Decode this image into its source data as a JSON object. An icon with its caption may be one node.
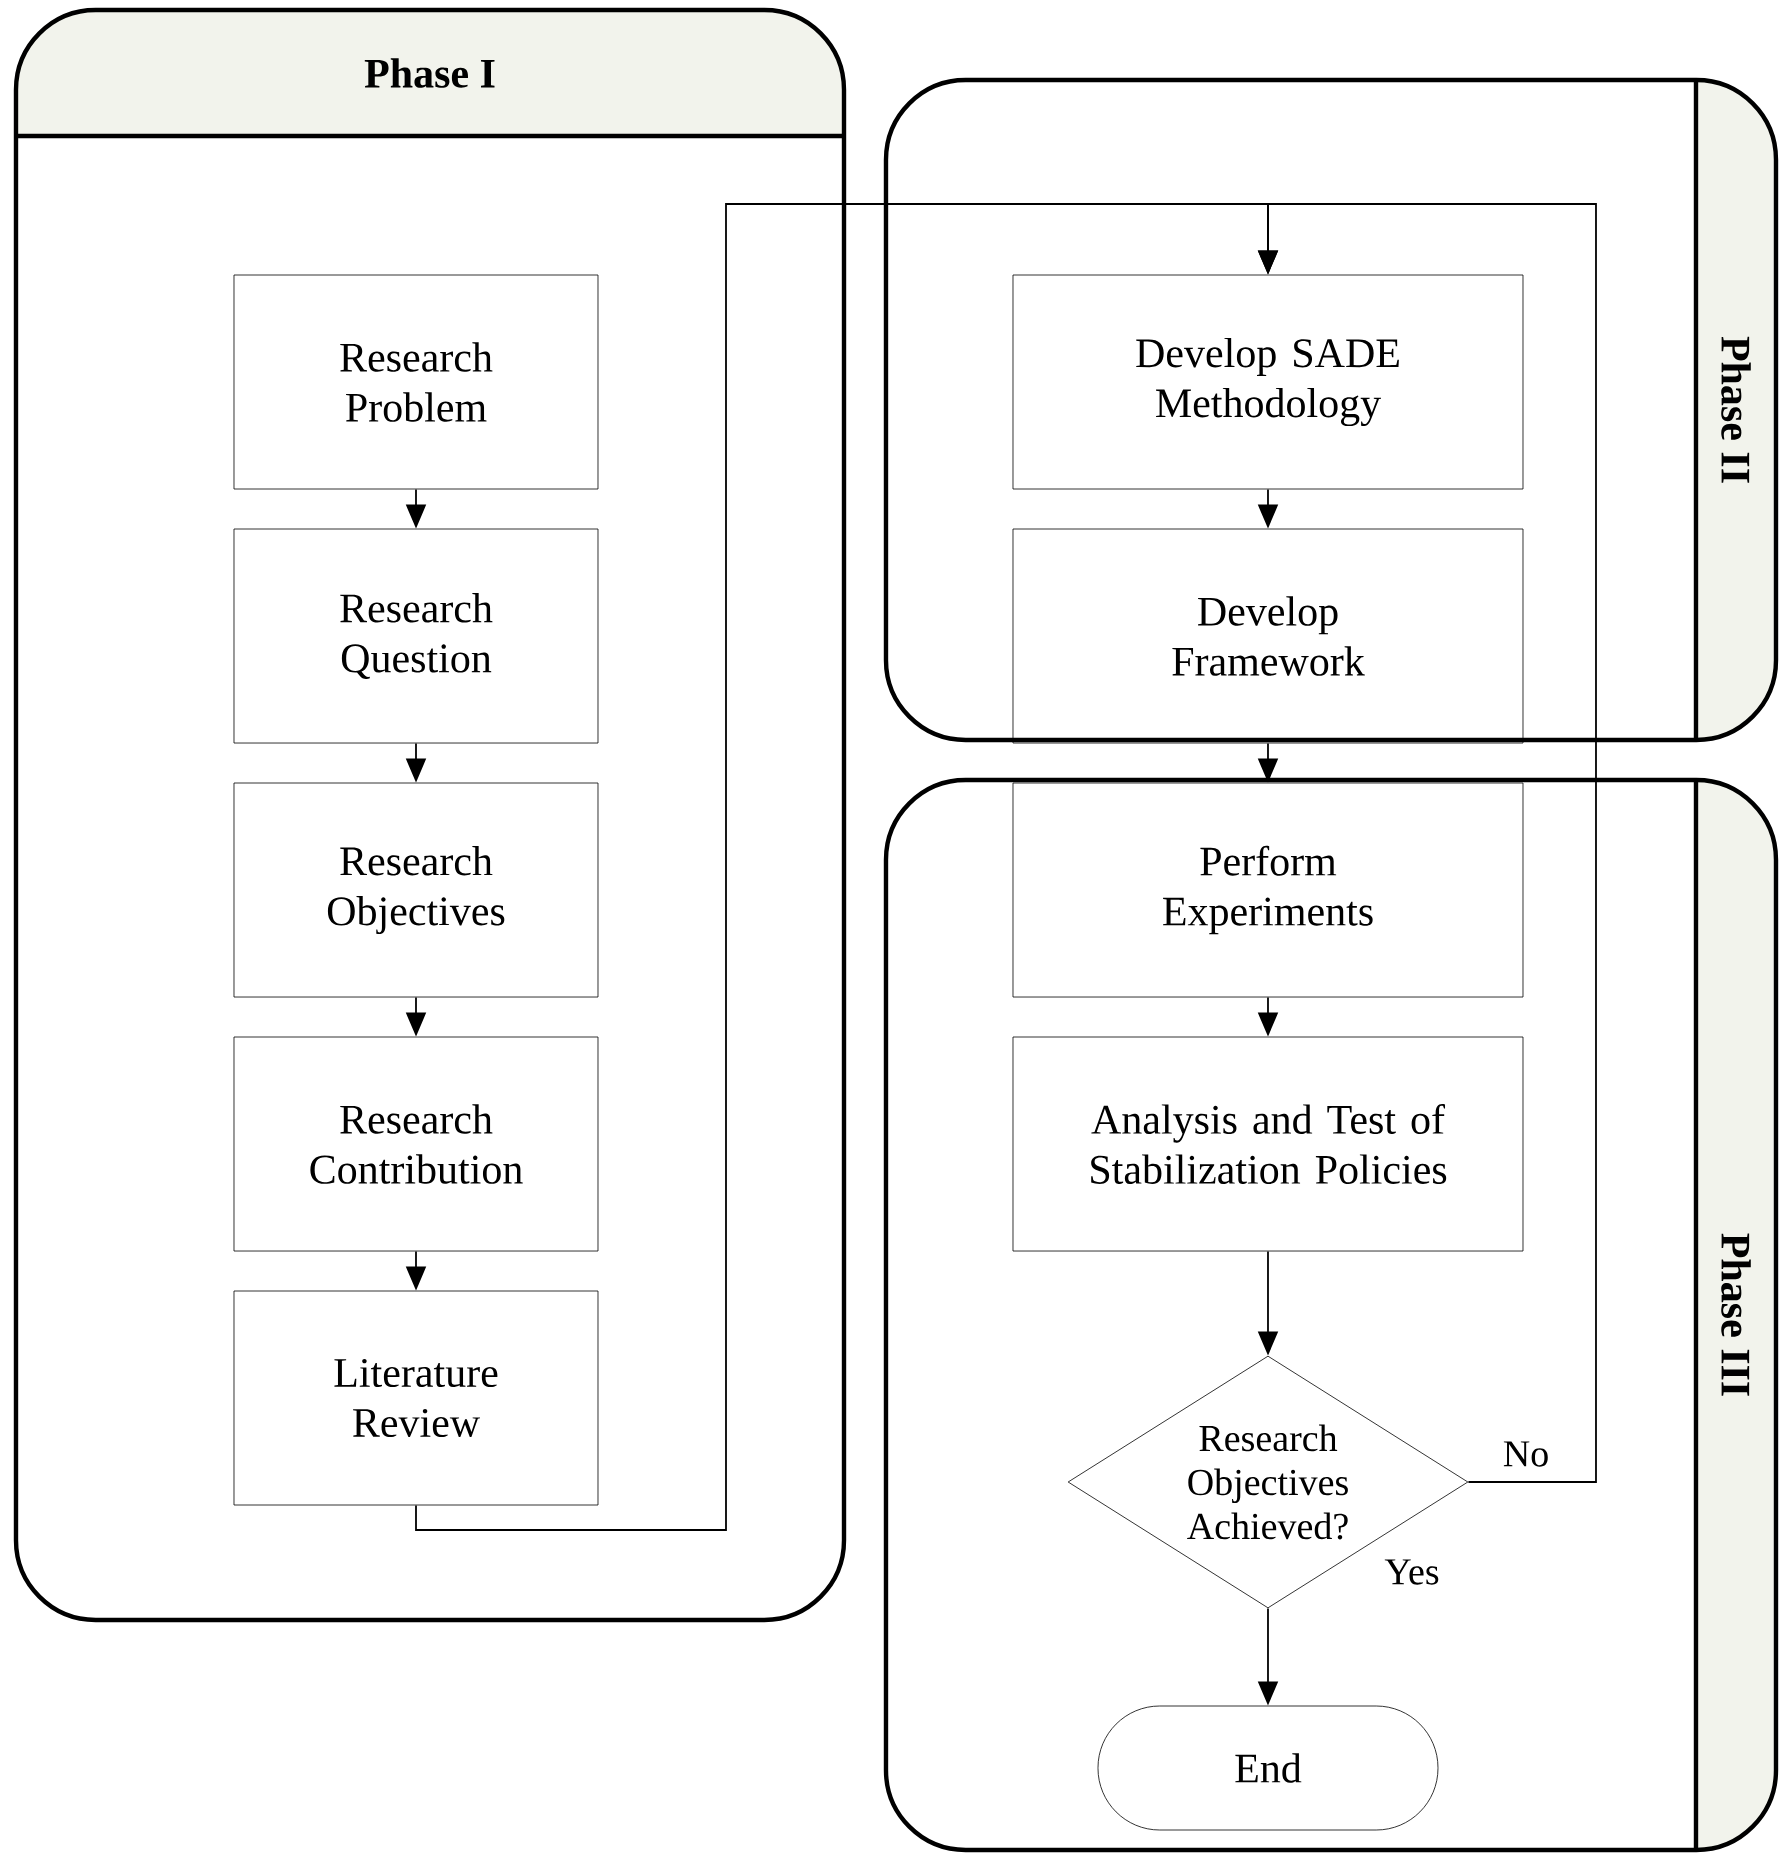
{
  "diagram": {
    "nodes": [
      {
        "text": [
          "Phase I"
        ]
      },
      {
        "text": [
          "Phase II"
        ]
      },
      {
        "text": [
          "Phase III"
        ]
      },
      {
        "text": [
          "Research Problem"
        ],
        "in": 0
      },
      {
        "text": [
          "Research Question"
        ],
        "in": 0
      },
      {
        "text": [
          "Research Objectives"
        ],
        "in": 0
      },
      {
        "text": [
          "Research Contribution"
        ],
        "in": 0
      },
      {
        "text": [
          "Literature Review"
        ],
        "in": 0
      },
      {
        "text": [
          "Develop SADE Methodology"
        ],
        "in": 1
      },
      {
        "text": [
          "Develop Framework"
        ],
        "in": 1
      },
      {
        "text": [
          "Perform Experiments"
        ],
        "in": 2
      },
      {
        "text": [
          "Analysis and Test of Stabilization Policies"
        ],
        "in": 2
      },
      {
        "text": [
          "Research Objectives Achieved?"
        ],
        "in": 2
      },
      {
        "text": [
          "End"
        ],
        "in": 2
      }
    ],
    "edges": [
      {
        "from": 3,
        "to": 4,
        "arrow": "to"
      },
      {
        "from": 4,
        "to": 5,
        "arrow": "to"
      },
      {
        "from": 5,
        "to": 6,
        "arrow": "to"
      },
      {
        "from": 6,
        "to": 7,
        "arrow": "to"
      },
      {
        "from": 7,
        "to": 8,
        "arrow": "to"
      },
      {
        "from": 8,
        "to": 9,
        "arrow": "to"
      },
      {
        "from": 9,
        "to": 10,
        "arrow": "to"
      },
      {
        "from": 10,
        "to": 11,
        "arrow": "to"
      },
      {
        "from": 11,
        "to": 12,
        "arrow": "to"
      },
      {
        "from": 12,
        "to": 13,
        "arrow": "to",
        "label": "Yes"
      },
      {
        "from": 12,
        "to": 8,
        "arrow": "to",
        "label": "No"
      }
    ]
  }
}
